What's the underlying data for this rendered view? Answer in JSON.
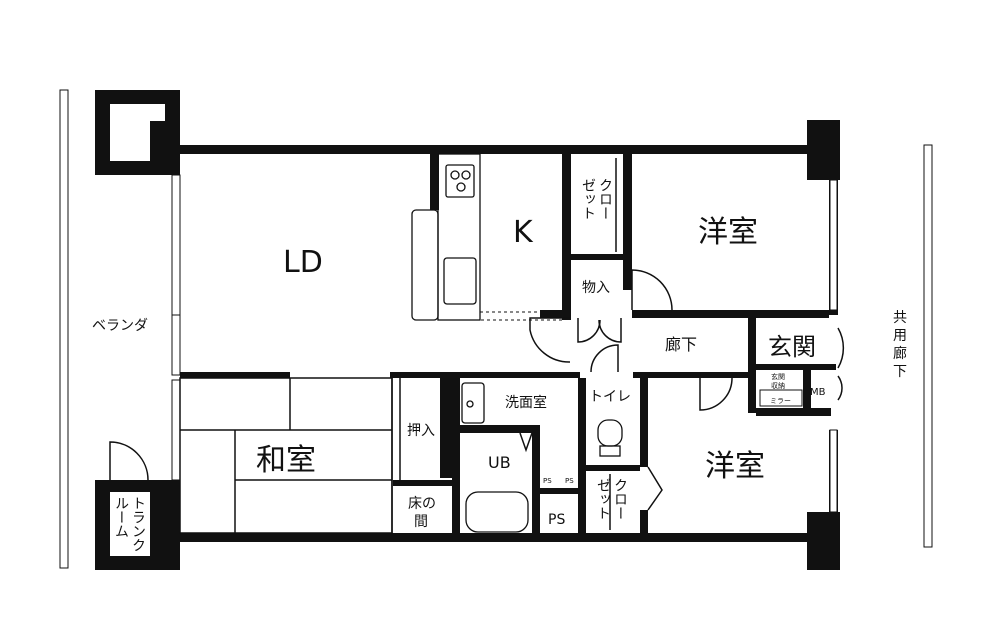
{
  "rooms": {
    "ld": "LD",
    "k": "K",
    "western_room_top": "洋室",
    "western_room_bottom": "洋室",
    "japanese_room": "和室",
    "hallway": "廊下",
    "entrance": "玄関",
    "entrance_storage": [
      "玄関",
      "収納"
    ],
    "mirror": "ミラー",
    "meter_box": "MB",
    "storage": "物入",
    "oshiire": "押入",
    "tokonoma": [
      "床の",
      "間"
    ],
    "washroom": "洗面室",
    "bathroom": "UB",
    "toilet": "トイレ",
    "pipe_space_small_1": "PS",
    "pipe_space_small_2": "PS",
    "pipe_space": "PS",
    "closet_top": [
      "クロー",
      "ゼット"
    ],
    "closet_bottom": [
      "クロー",
      "ゼット"
    ],
    "trunk_room": [
      "トランク",
      "ルーム"
    ]
  },
  "outside": {
    "veranda": "ベランダ",
    "common_corridor": [
      "共",
      "用",
      "廊",
      "下"
    ]
  }
}
